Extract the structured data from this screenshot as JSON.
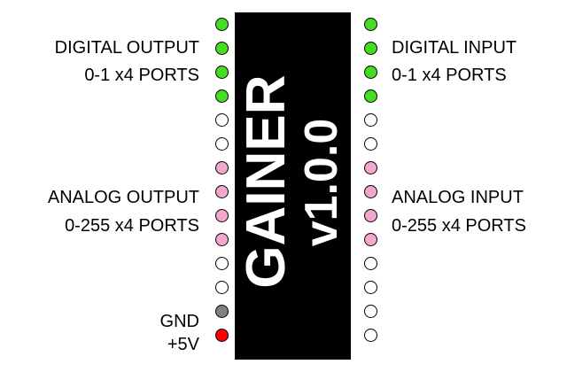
{
  "chip": {
    "name": "GAINER",
    "version": "v1.0.0"
  },
  "colors": {
    "digital": "#44dd22",
    "empty": "#ffffff",
    "analog": "#f4a6cc",
    "gnd": "#808080",
    "power": "#ff0000",
    "chip": "#000000"
  },
  "pins_left": [
    "digital",
    "digital",
    "digital",
    "digital",
    "empty",
    "empty",
    "analog",
    "analog",
    "analog",
    "analog",
    "empty",
    "empty",
    "gnd",
    "power"
  ],
  "pins_right": [
    "digital",
    "digital",
    "digital",
    "digital",
    "empty",
    "empty",
    "analog",
    "analog",
    "analog",
    "analog",
    "empty",
    "empty",
    "empty",
    "empty"
  ],
  "labels": {
    "digital_output": {
      "title": "DIGITAL OUTPUT",
      "ports": "0-1 x4 PORTS"
    },
    "digital_input": {
      "title": "DIGITAL INPUT",
      "ports": "0-1 x4 PORTS"
    },
    "analog_output": {
      "title": "ANALOG OUTPUT",
      "ports": "0-255 x4 PORTS"
    },
    "analog_input": {
      "title": "ANALOG INPUT",
      "ports": "0-255 x4 PORTS"
    },
    "gnd": "GND",
    "power": "+5V"
  }
}
